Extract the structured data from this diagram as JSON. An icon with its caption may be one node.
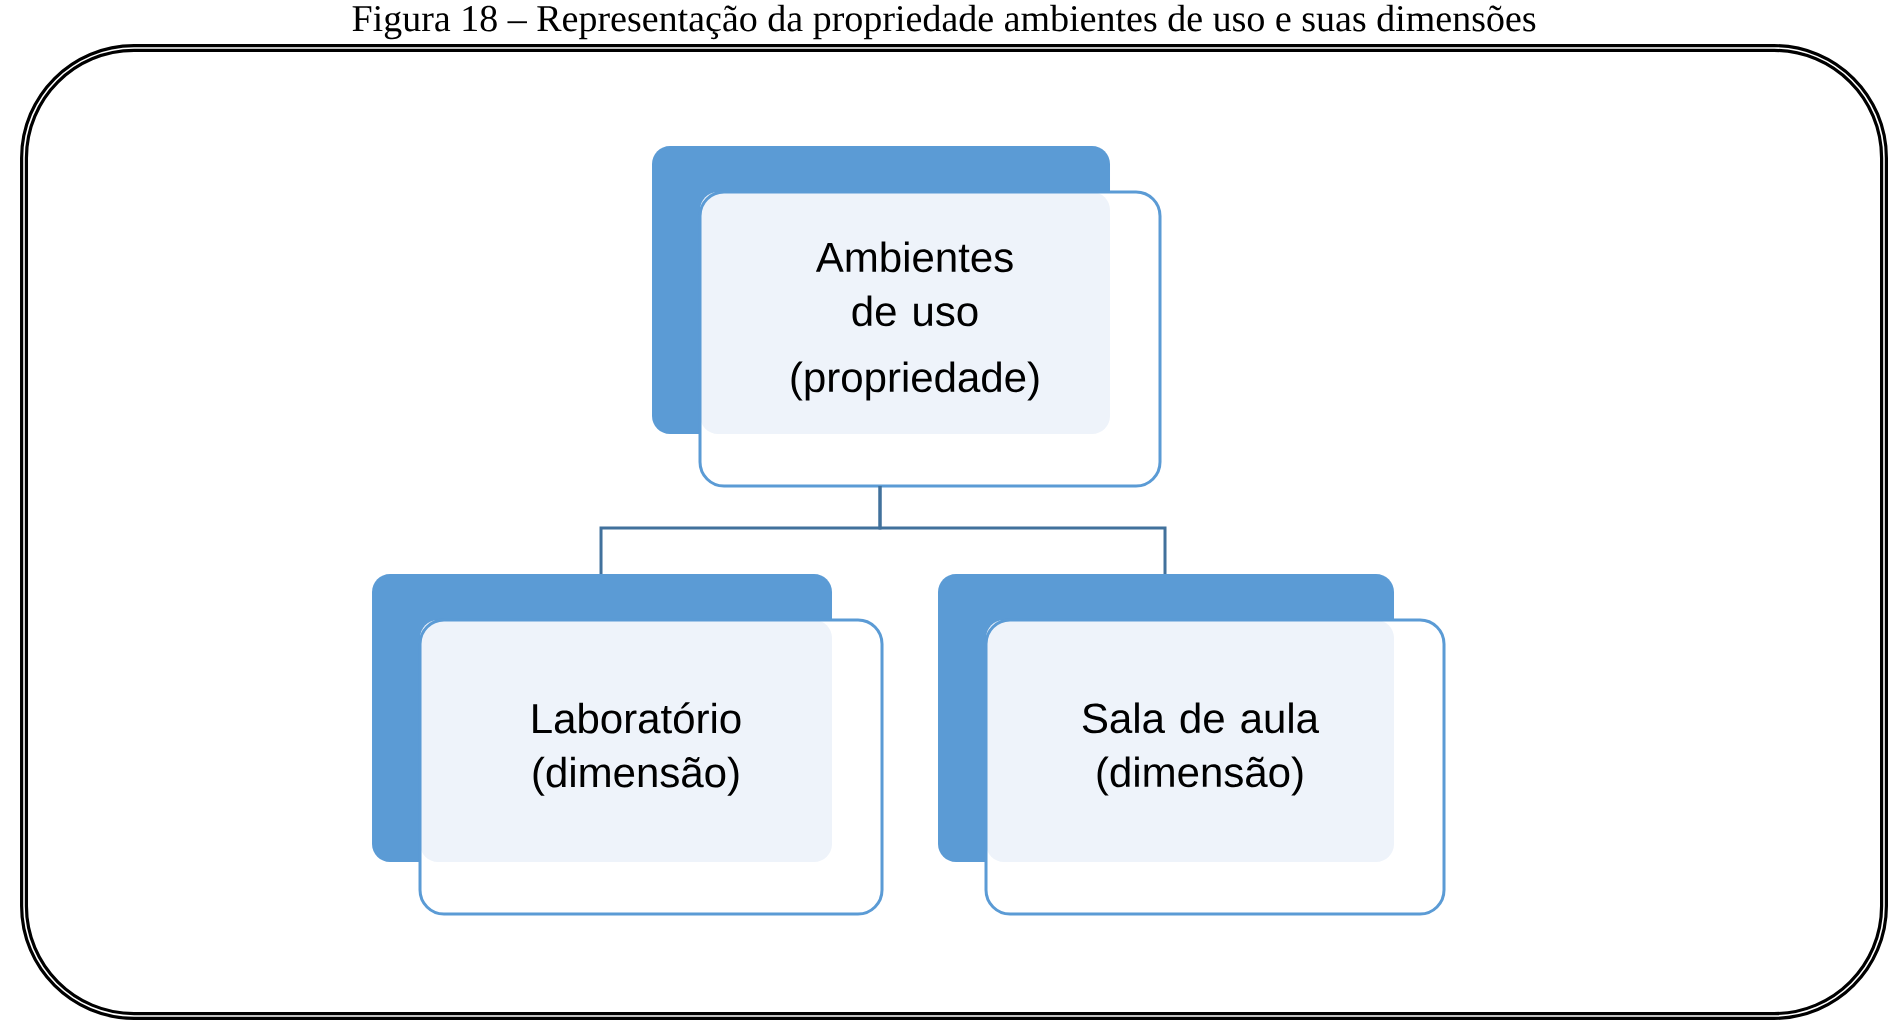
{
  "diagram": {
    "title": "Figura 18 – Representação da propriedade ambientes de uso e suas dimensões",
    "nodes": [
      {
        "text": [
          "Ambientes de uso",
          "(propriedade)"
        ]
      },
      {
        "text": [
          "Laboratório (dimensão)"
        ]
      },
      {
        "text": [
          "Sala de aula (dimensão)"
        ]
      }
    ],
    "edges": [
      {
        "from": 0,
        "to": 1,
        "arrow": "none"
      },
      {
        "from": 0,
        "to": 2,
        "arrow": "none"
      }
    ]
  }
}
